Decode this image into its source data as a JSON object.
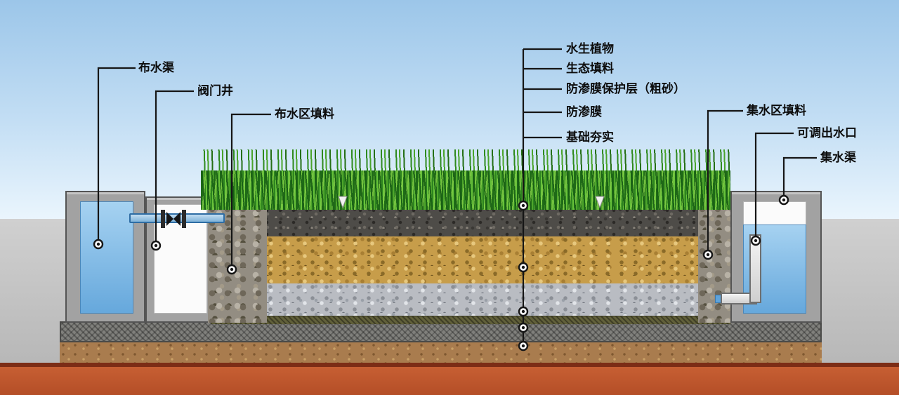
{
  "labels": {
    "left": [
      {
        "text": "布水渠"
      },
      {
        "text": "阀门井"
      },
      {
        "text": "布水区填料"
      }
    ],
    "layers": [
      {
        "text": "水生植物"
      },
      {
        "text": "生态填料"
      },
      {
        "text": "防渗膜保护层（粗砂）"
      },
      {
        "text": "防渗膜"
      },
      {
        "text": "基础夯实"
      }
    ],
    "right": [
      {
        "text": "集水区填料"
      },
      {
        "text": "可调出水口"
      },
      {
        "text": "集水渠"
      }
    ]
  },
  "colors": {
    "sky_top": "#9cc6e9",
    "sky_bottom": "#eaf5fd",
    "ground_gray": "#c3c3c3",
    "water_blue": "#74b4e4",
    "grass_green": "#3f9a26",
    "gravel_dark": "#4e4c48",
    "gravel_tan": "#c79d4a",
    "gravel_gray": "#b9bcc2",
    "rock_cobble": "#938d82",
    "membrane_olive": "#61603a",
    "soil_brown": "#a97c4e",
    "base_orange": "#bf5128",
    "concrete_gray": "#a2a2a2",
    "line_black": "#161616"
  }
}
